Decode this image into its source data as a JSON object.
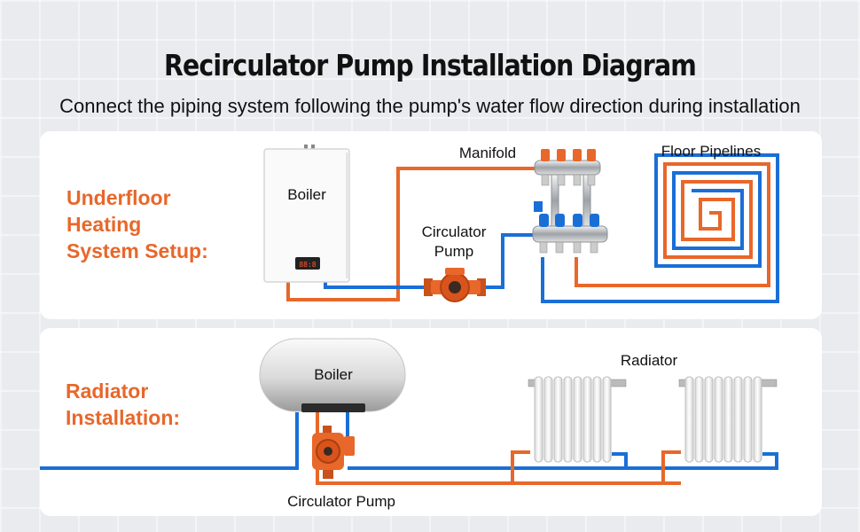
{
  "header": {
    "title": "Recirculator Pump Installation Diagram",
    "subtitle": "Connect the piping system following the pump's water flow direction during installation"
  },
  "underfloor": {
    "section_label": "Underfloor Heating System Setup:",
    "boiler_label": "Boiler",
    "boiler_display": "88:8",
    "manifold_label": "Manifold",
    "pump_label": "Circulator Pump",
    "floor_label": "Floor Pipelines"
  },
  "radiator": {
    "section_label": "Radiator Installation:",
    "boiler_label": "Boiler",
    "radiator_label": "Radiator",
    "pump_label": "Circulator Pump"
  },
  "colors": {
    "hot_pipe": "#e8672a",
    "cold_pipe": "#1a6fd6",
    "label_accent": "#e8672a"
  }
}
